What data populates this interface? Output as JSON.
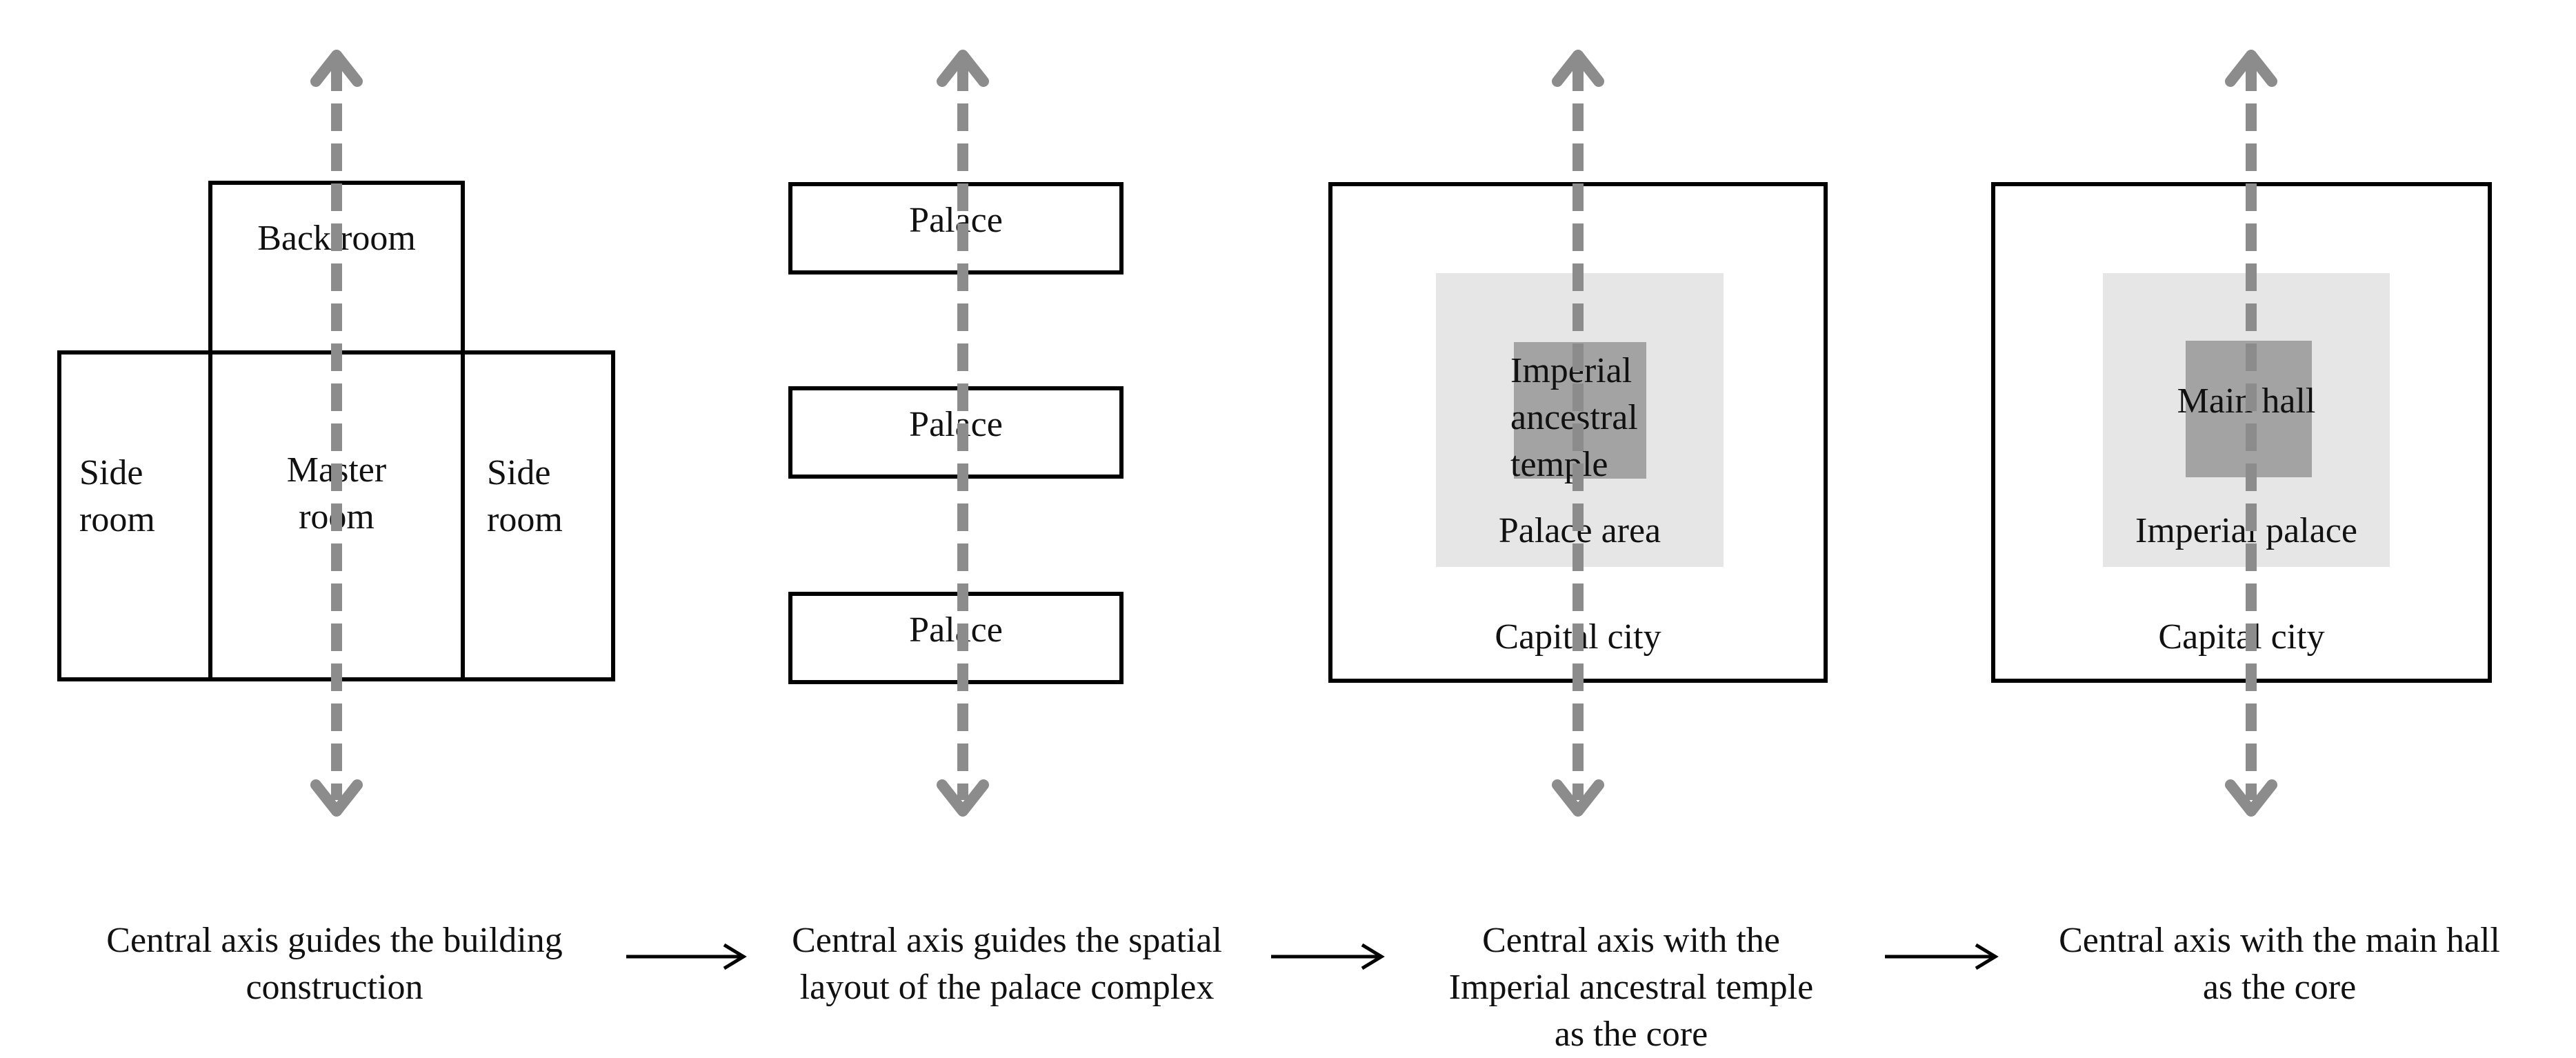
{
  "panels": [
    {
      "labels": {
        "back_room": "Back room",
        "side_room_left": "Side\nroom",
        "master_room": "Master\nroom",
        "side_room_right": "Side\nroom"
      },
      "caption": "Central axis guides the building\nconstruction"
    },
    {
      "labels": {
        "palace_1": "Palace",
        "palace_2": "Palace",
        "palace_3": "Palace"
      },
      "caption": "Central axis guides the spatial\nlayout of the  palace complex"
    },
    {
      "labels": {
        "core": "Imperial\nancestral\ntemple",
        "middle": "Palace area",
        "outer": "Capital city"
      },
      "caption": "Central axis with the\nImperial ancestral temple\nas the core"
    },
    {
      "labels": {
        "core": "Main hall",
        "middle": "Imperial palace",
        "outer": "Capital city"
      },
      "caption": "Central axis with the main hall\nas the core"
    }
  ],
  "colors": {
    "axis": "#8c8c8c",
    "light_fill": "#e6e6e6",
    "dark_fill": "#a3a3a3",
    "stroke": "#000000"
  }
}
